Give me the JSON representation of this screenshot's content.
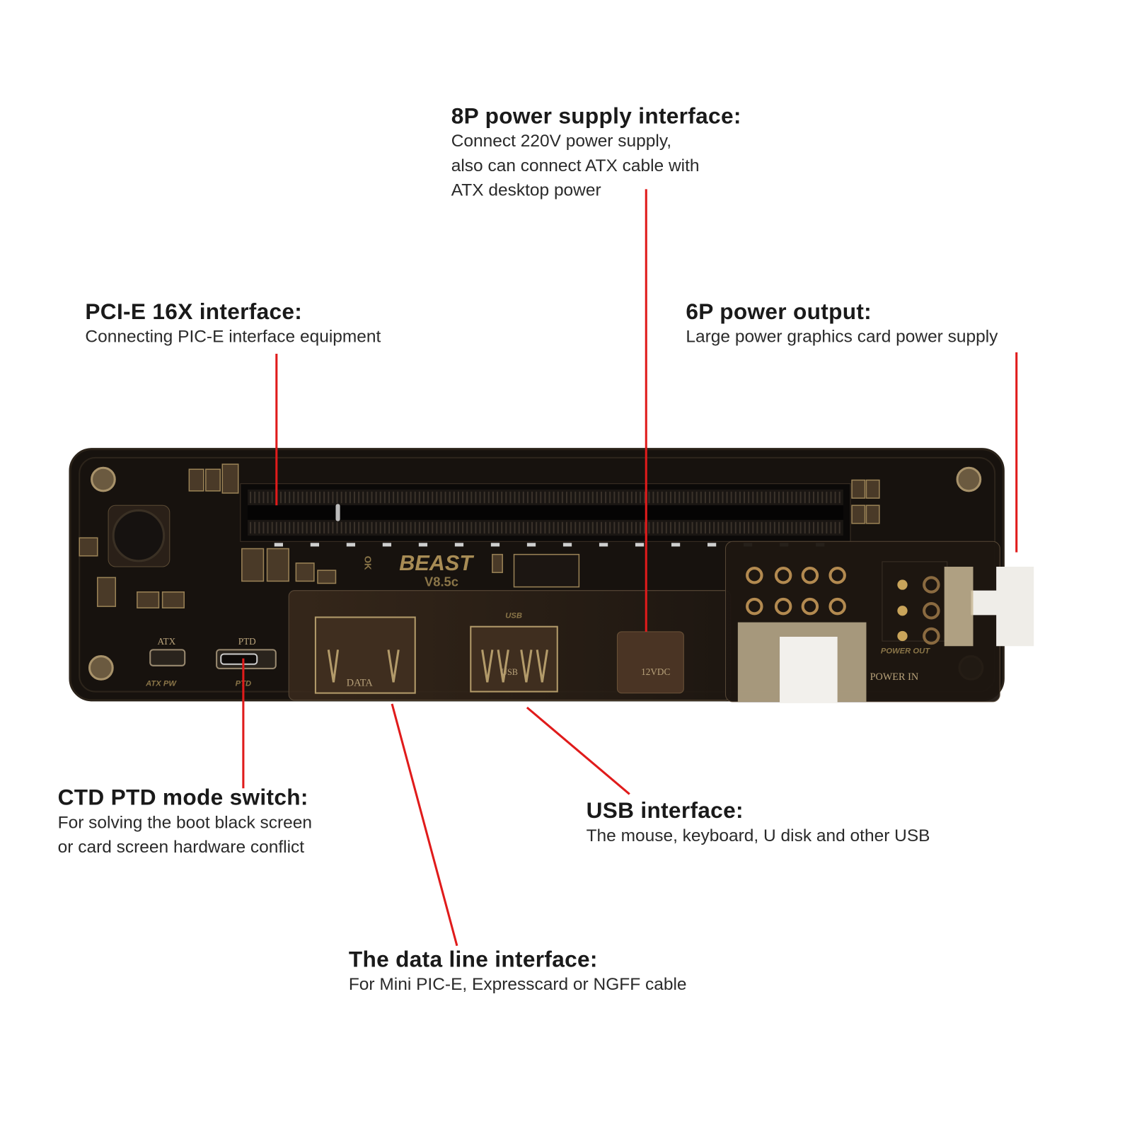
{
  "callouts": {
    "power_8p": {
      "title": "8P power supply interface:",
      "lines": [
        "Connect 220V power supply,",
        "also can connect ATX cable with",
        "ATX desktop power"
      ]
    },
    "pcie": {
      "title": "PCI-E 16X interface:",
      "lines": [
        "Connecting PIC-E interface equipment"
      ]
    },
    "power_6p": {
      "title": "6P power output:",
      "lines": [
        "Large power graphics card power supply"
      ]
    },
    "ctd_ptd": {
      "title": "CTD PTD mode switch:",
      "lines": [
        "For solving the boot black screen",
        "or card screen hardware conflict"
      ]
    },
    "usb": {
      "title": "USB interface:",
      "lines": [
        "The mouse, keyboard, U disk and other USB"
      ]
    },
    "data_line": {
      "title": "The data line interface:",
      "lines": [
        "For Mini PIC-E, Expresscard or NGFF cable"
      ]
    }
  },
  "board": {
    "brand": "BEAST",
    "version": "V8.5c",
    "ok": "OK",
    "atx": "ATX",
    "atx_pw": "ATX PW",
    "ptd": "PTD",
    "data": "DATA",
    "usb": "USB",
    "dc": "12VDC",
    "power_out": "POWER OUT",
    "power_in": "POWER IN"
  },
  "colors": {
    "leader": "#e01b1b",
    "board": "#17120e",
    "gold": "#b89a5e"
  }
}
